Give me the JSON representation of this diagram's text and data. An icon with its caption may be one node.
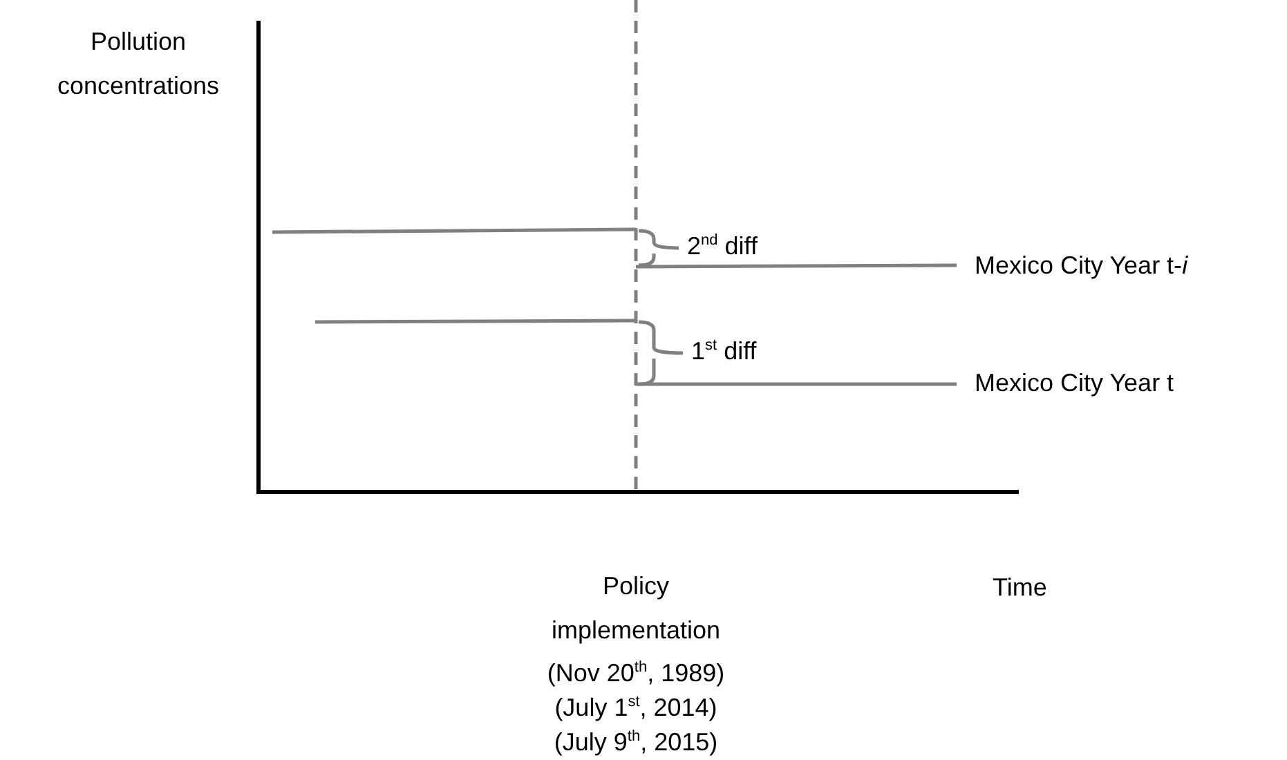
{
  "diagram": {
    "labels": [
      "Pollution concentrations",
      "2$^{nd}$ diff",
      "Mexico City Year t-*i*",
      "1$^{st}$ diff",
      "Mexico City Year t",
      "Policy implementation",
      "Time",
      "(Nov 20$^{th}$, 1989)",
      "(July 1$^{st}$, 2014)",
      "(July 9$^{th}$, 2015)"
    ]
  }
}
